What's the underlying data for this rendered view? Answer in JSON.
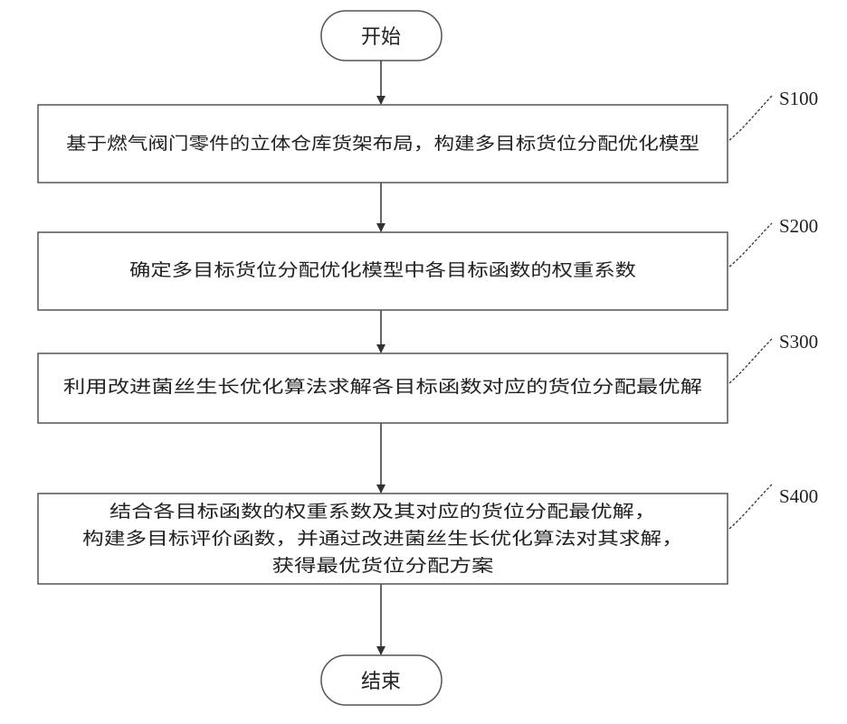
{
  "start": {
    "label": "开始"
  },
  "end": {
    "label": "结束"
  },
  "steps": [
    {
      "id": "S100",
      "lines": [
        "基于燃气阀门零件的立体仓库货架布局，构建多目标货位分配优化模型"
      ]
    },
    {
      "id": "S200",
      "lines": [
        "确定多目标货位分配优化模型中各目标函数的权重系数"
      ]
    },
    {
      "id": "S300",
      "lines": [
        "利用改进菌丝生长优化算法求解各目标函数对应的货位分配最优解"
      ]
    },
    {
      "id": "S400",
      "lines": [
        "结合各目标函数的权重系数及其对应的货位分配最优解，",
        "构建多目标评价函数，并通过改进菌丝生长优化算法对其求解，",
        "获得最优货位分配方案"
      ]
    }
  ]
}
